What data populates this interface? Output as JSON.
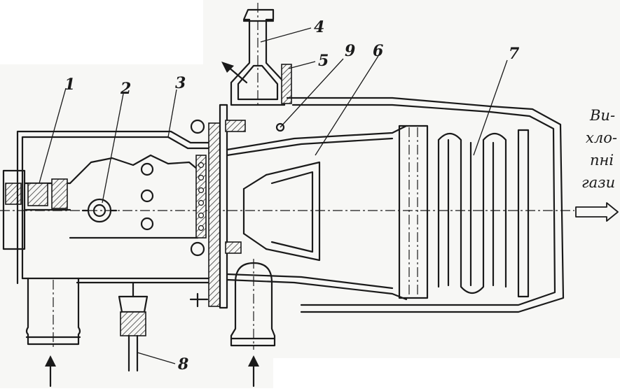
{
  "diagram": {
    "part_labels": [
      "1",
      "2",
      "3",
      "4",
      "5",
      "6",
      "7",
      "8",
      "9"
    ],
    "exhaust_label_lines": [
      "Ви-",
      "хло-",
      "пні",
      "гази"
    ],
    "colors": {
      "ink": "#1a1a1a",
      "paper": "#f7f7f5"
    }
  }
}
